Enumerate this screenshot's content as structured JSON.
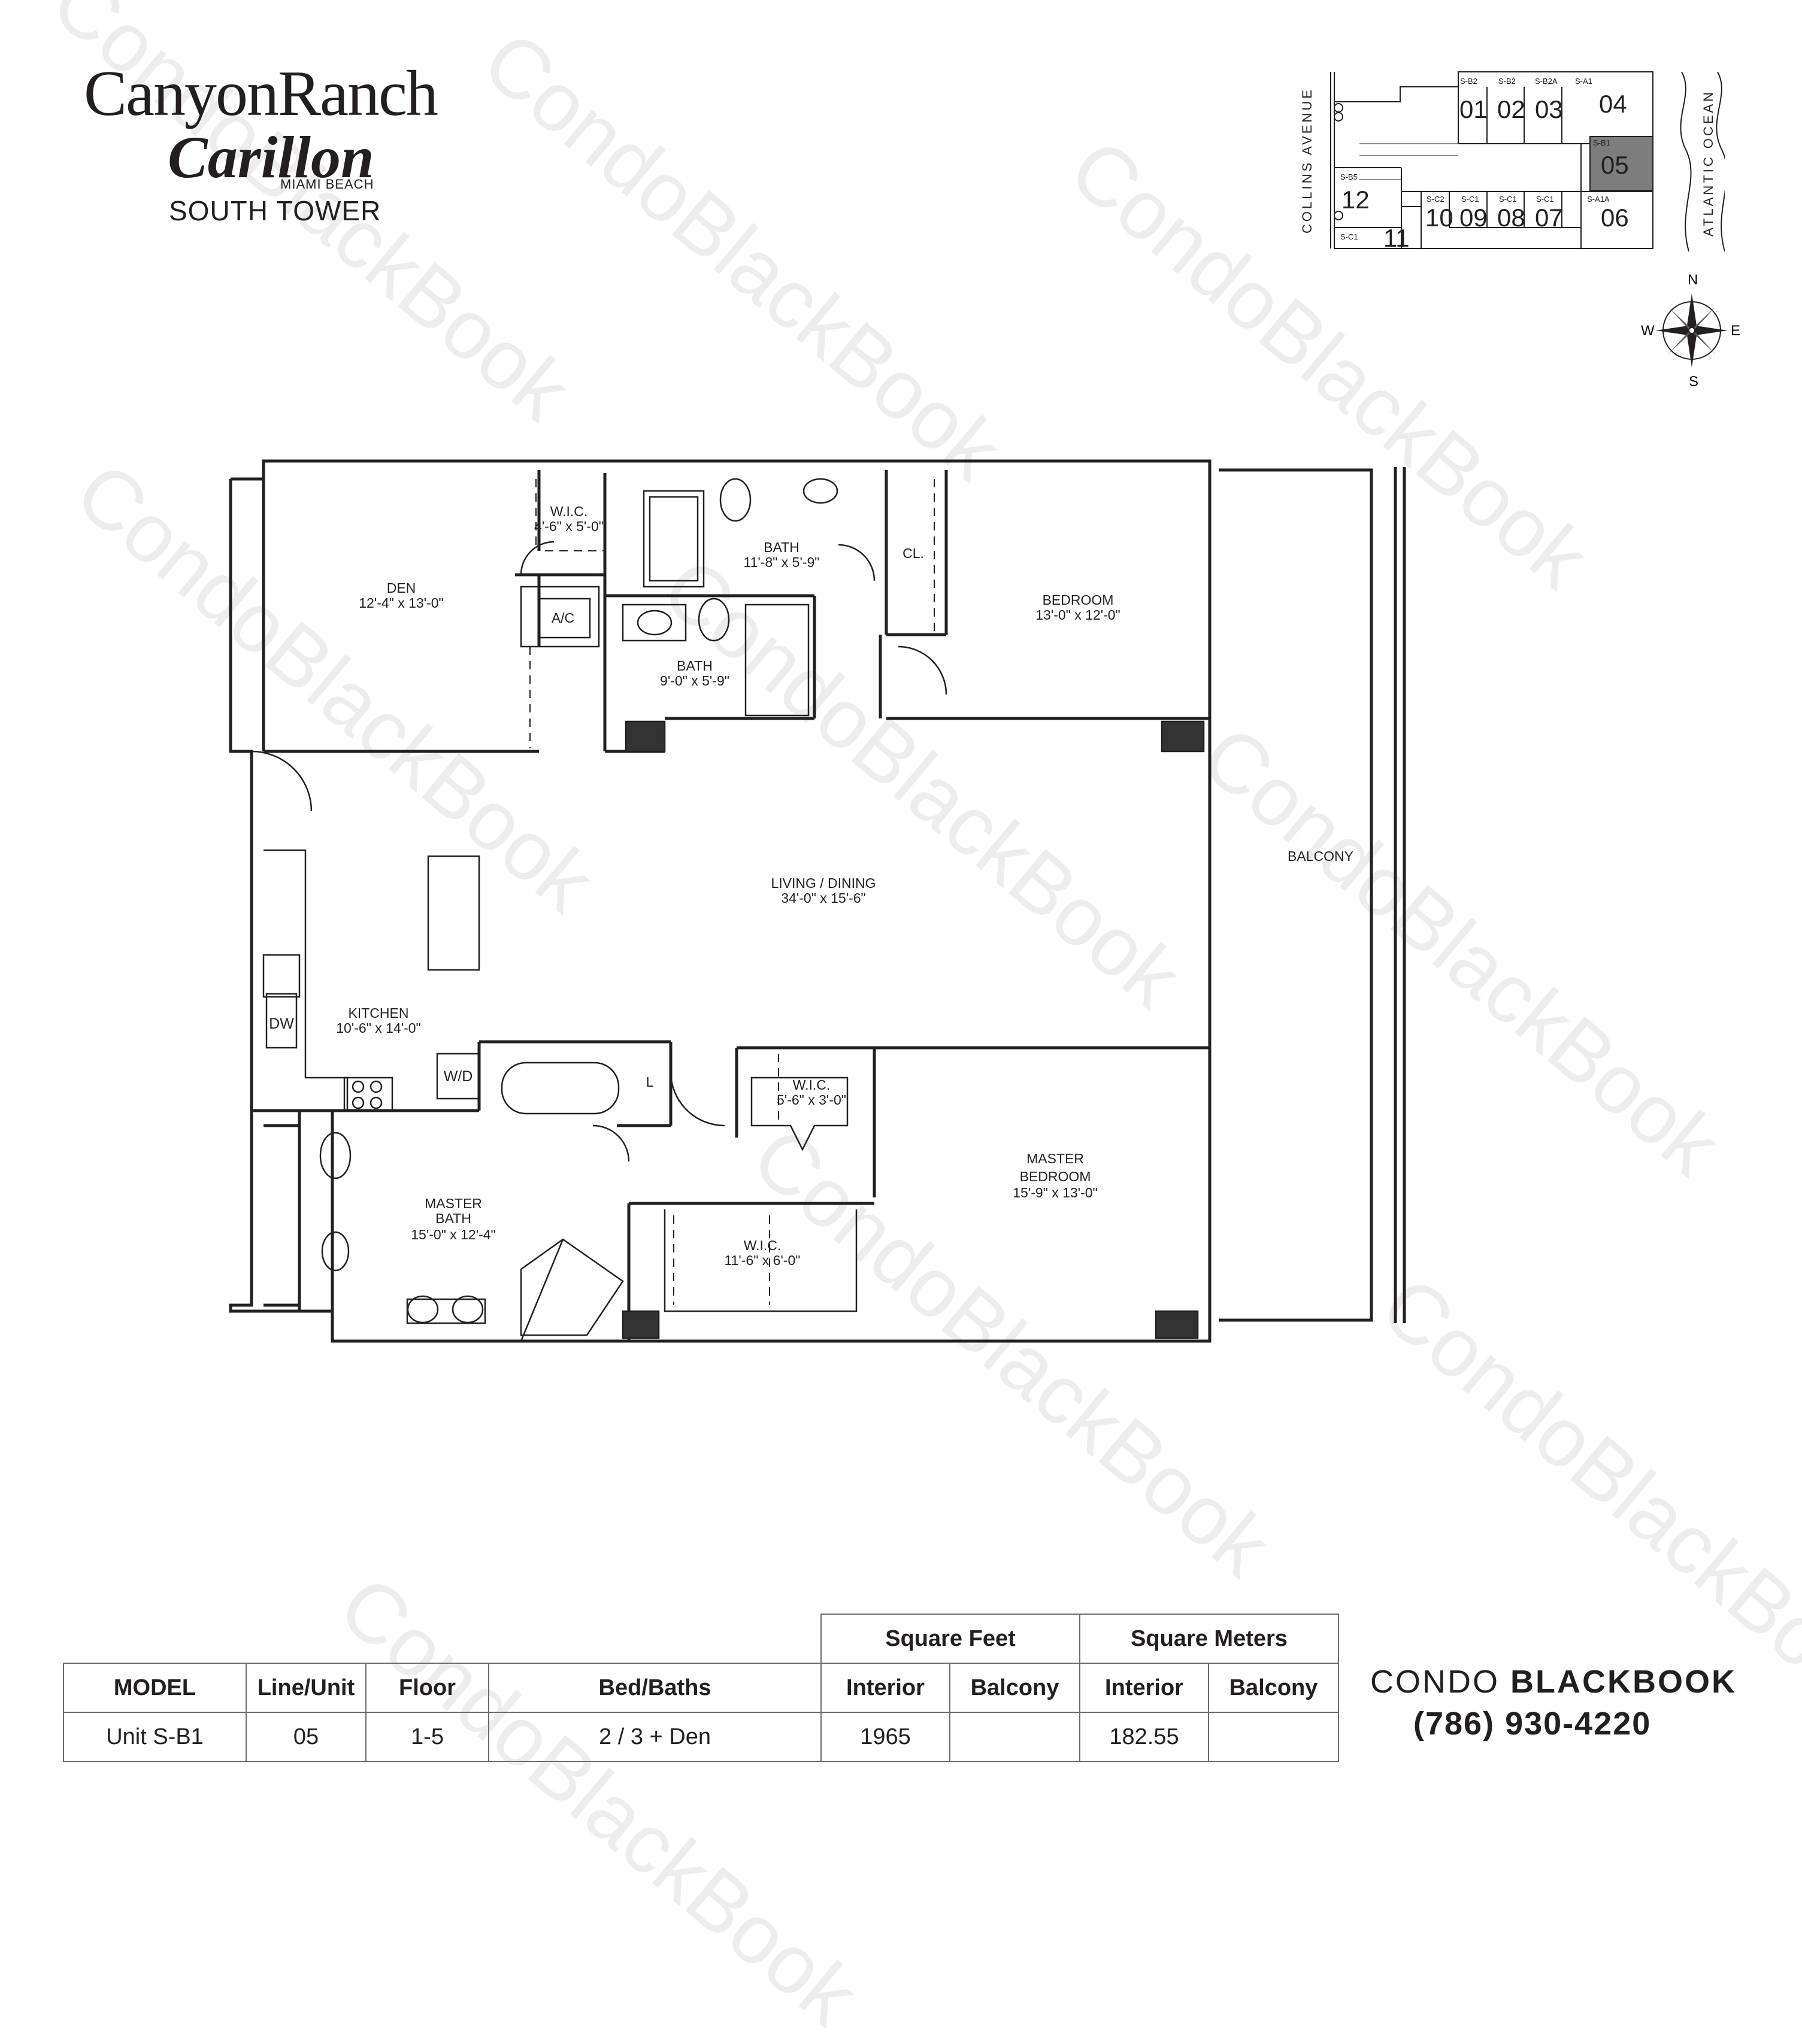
{
  "brand": {
    "line1": "CanyonRanch",
    "line2": "Carillon",
    "line3": "MIAMI BEACH",
    "line4": "SOUTH TOWER"
  },
  "keyplan": {
    "street": "COLLINS AVENUE",
    "ocean": "ATLANTIC OCEAN",
    "top_units": [
      {
        "model": "S-B2",
        "num": "01"
      },
      {
        "model": "S-B2",
        "num": "02"
      },
      {
        "model": "S-B2A",
        "num": "03"
      },
      {
        "model": "S-A1",
        "num": "04"
      }
    ],
    "highlight": {
      "model": "S-B1",
      "num": "05"
    },
    "bottom_units": [
      {
        "model": "S-A1A",
        "num": "06"
      },
      {
        "model": "S-C1",
        "num": "07"
      },
      {
        "model": "S-C1",
        "num": "08"
      },
      {
        "model": "S-C1",
        "num": "09"
      },
      {
        "model": "S-C2",
        "num": "10"
      }
    ],
    "unit11": {
      "model": "S-C1",
      "num": "11"
    },
    "unit12": {
      "model": "S-B5",
      "num": "12"
    },
    "highlight_color": "#7d7d7d"
  },
  "compass": {
    "n": "N",
    "s": "S",
    "e": "E",
    "w": "W"
  },
  "rooms": {
    "den": {
      "name": "DEN",
      "dim": "12'-4\" x 13'-0\""
    },
    "wic1": {
      "name": "W.I.C.",
      "dim": "4'-6\" x 5'-0\""
    },
    "bath1": {
      "name": "BATH",
      "dim": "11'-8\" x 5'-9\""
    },
    "ac": "A/C",
    "bath2": {
      "name": "BATH",
      "dim": "9'-0\" x 5'-9\""
    },
    "closet": "CL.",
    "bedroom": {
      "name": "BEDROOM",
      "dim": "13'-0\" x 12'-0\""
    },
    "living": {
      "name": "LIVING / DINING",
      "dim": "34'-0\" x 15'-6\""
    },
    "balcony": "BALCONY",
    "kitchen": {
      "name": "KITCHEN",
      "dim": "10'-6\" x 14'-0\""
    },
    "dw": "DW",
    "wd": "W/D",
    "linen": "L",
    "wic2": {
      "name": "W.I.C.",
      "dim": "5'-6\" x 3'-0\""
    },
    "master_bath": {
      "name1": "MASTER",
      "name2": "BATH",
      "dim": "15'-0\" x 12'-4\""
    },
    "wic3": {
      "name": "W.I.C.",
      "dim": "11'-6\" x 6'-0\""
    },
    "master_bedroom": {
      "name1": "MASTER",
      "name2": "BEDROOM",
      "dim": "15'-9\" x 13'-0\""
    }
  },
  "watermark": "CondoBlackBook",
  "spec": {
    "group_sqft": "Square Feet",
    "group_sqm": "Square Meters",
    "headers": [
      "MODEL",
      "Line/Unit",
      "Floor",
      "Bed/Baths",
      "Interior",
      "Balcony",
      "Interior",
      "Balcony"
    ],
    "row": [
      "Unit S-B1",
      "05",
      "1-5",
      "2 / 3 + Den",
      "1965",
      "",
      "182.55",
      ""
    ]
  },
  "contact": {
    "brand_light": "CONDO",
    "brand_bold": "BLACKBOOK",
    "phone": "(786) 930-4220"
  }
}
